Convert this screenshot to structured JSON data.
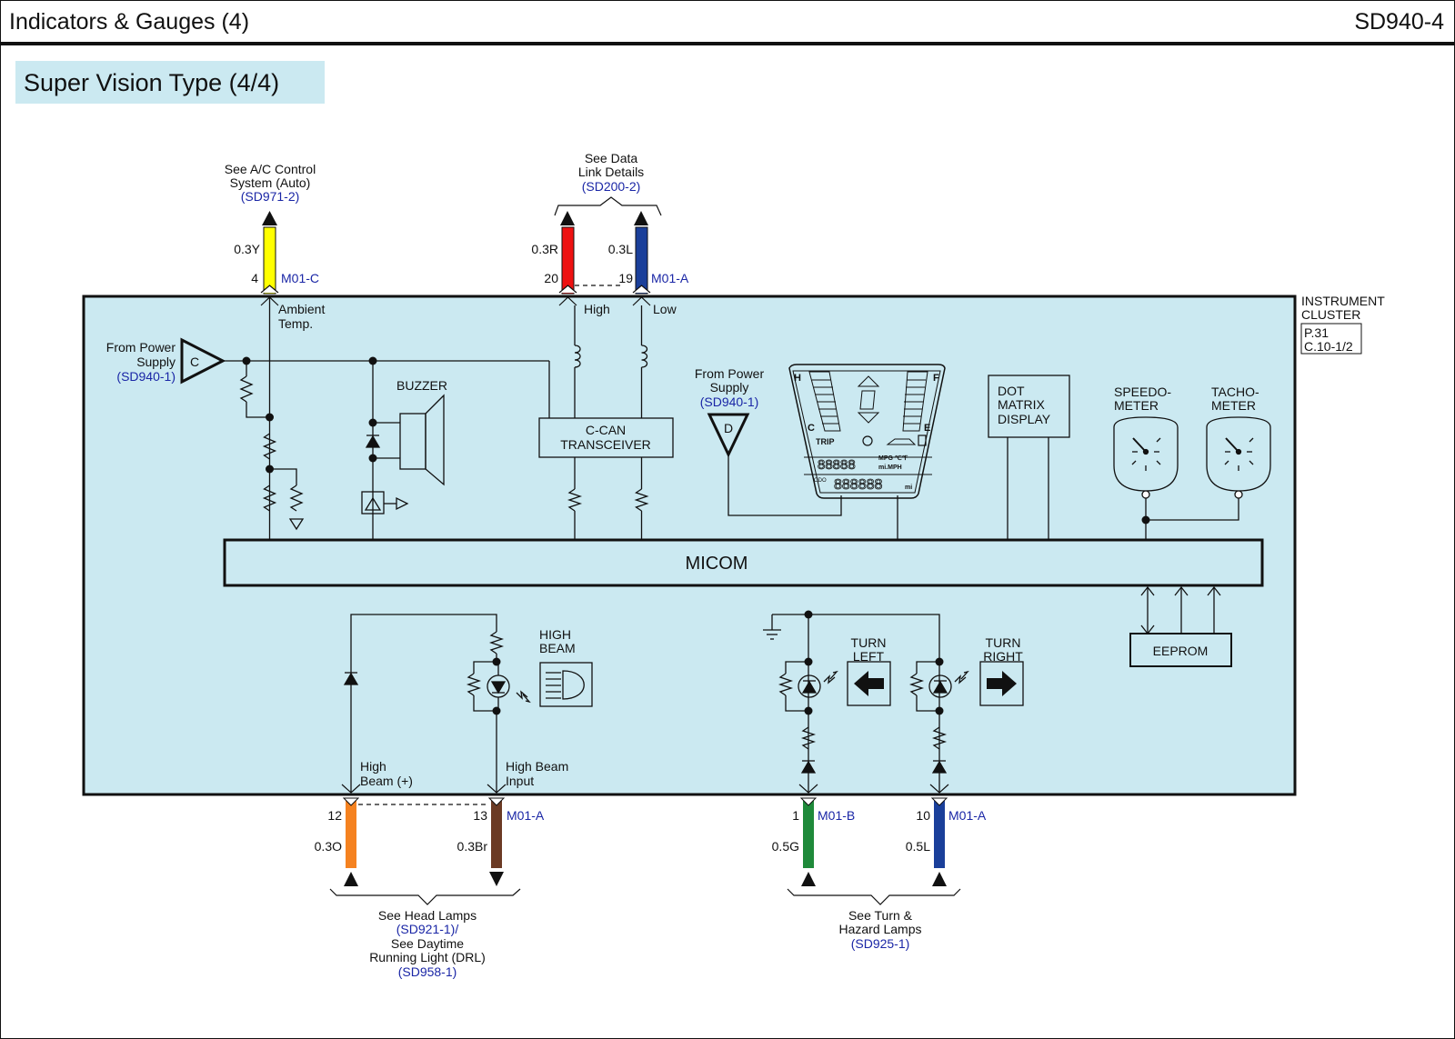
{
  "header": {
    "title": "Indicators & Gauges (4)",
    "code": "SD940-4"
  },
  "subtitle": "Super Vision Type (4/4)",
  "component": {
    "name_line1": "INSTRUMENT",
    "name_line2": "CLUSTER",
    "ref_line1": "P.31",
    "ref_line2": "C.10-1/2"
  },
  "colors": {
    "cluster_fill": "#cbe9f1",
    "ref_text": "#1a26a6",
    "wire_yellow": "#ffff00",
    "wire_red": "#ee1111",
    "wire_blue": "#1a3f9a",
    "wire_orange": "#f58220",
    "wire_brown": "#6b3a24",
    "wire_green": "#1f8a3a"
  },
  "top_refs": {
    "ac": {
      "line1": "See A/C Control",
      "line2": "System (Auto)",
      "ref": "(SD971-2)"
    },
    "datalink": {
      "line1": "See Data",
      "line2": "Link Details",
      "ref": "(SD200-2)"
    }
  },
  "bottom_refs": {
    "headlamps": {
      "line1": "See Head Lamps",
      "ref1": "(SD921-1)/",
      "line2": "See Daytime",
      "line3": "Running Light (DRL)",
      "ref2": "(SD958-1)"
    },
    "turn": {
      "line1": "See Turn &",
      "line2": "Hazard Lamps",
      "ref": "(SD925-1)"
    }
  },
  "wires": {
    "ambient": {
      "pin": "4",
      "spec": "0.3Y",
      "connector": "M01-C",
      "label1": "Ambient",
      "label2": "Temp."
    },
    "can_high": {
      "pin": "20",
      "spec": "0.3R",
      "label": "High"
    },
    "can_low": {
      "pin": "19",
      "spec": "0.3L",
      "connector": "M01-A",
      "label": "Low"
    },
    "hb_plus": {
      "pin": "12",
      "spec": "0.3O",
      "label1": "High",
      "label2": "Beam (+)"
    },
    "hb_input": {
      "pin": "13",
      "spec": "0.3Br",
      "connector": "M01-A",
      "label1": "High Beam",
      "label2": "Input"
    },
    "turn_left": {
      "pin": "1",
      "spec": "0.5G",
      "connector": "M01-B"
    },
    "turn_right": {
      "pin": "10",
      "spec": "0.5L",
      "connector": "M01-A"
    }
  },
  "internal": {
    "power_c": {
      "line1": "From Power",
      "line2": "Supply",
      "ref": "(SD940-1)",
      "symbol": "C"
    },
    "power_d": {
      "line1": "From Power",
      "line2": "Supply",
      "ref": "(SD940-1)",
      "symbol": "D"
    },
    "buzzer": "BUZZER",
    "transceiver_line1": "C-CAN",
    "transceiver_line2": "TRANSCEIVER",
    "dot_matrix": [
      "DOT",
      "MATRIX",
      "DISPLAY"
    ],
    "speedo": [
      "SPEEDO-",
      "METER"
    ],
    "tacho": [
      "TACHO-",
      "METER"
    ],
    "micom": "MICOM",
    "eeprom": "EEPROM",
    "high_beam": [
      "HIGH",
      "BEAM"
    ],
    "turn_left": [
      "TURN",
      "LEFT"
    ],
    "turn_right": [
      "TURN",
      "RIGHT"
    ],
    "lcd": {
      "h": "H",
      "c": "C",
      "f": "F",
      "e": "E",
      "trip": "TRIP",
      "mpg": "MPG ℃℉",
      "mph": "mi.MPH",
      "odo": "ODO",
      "digits5": "88888",
      "digits6": "888888",
      "unit": "mi"
    }
  }
}
